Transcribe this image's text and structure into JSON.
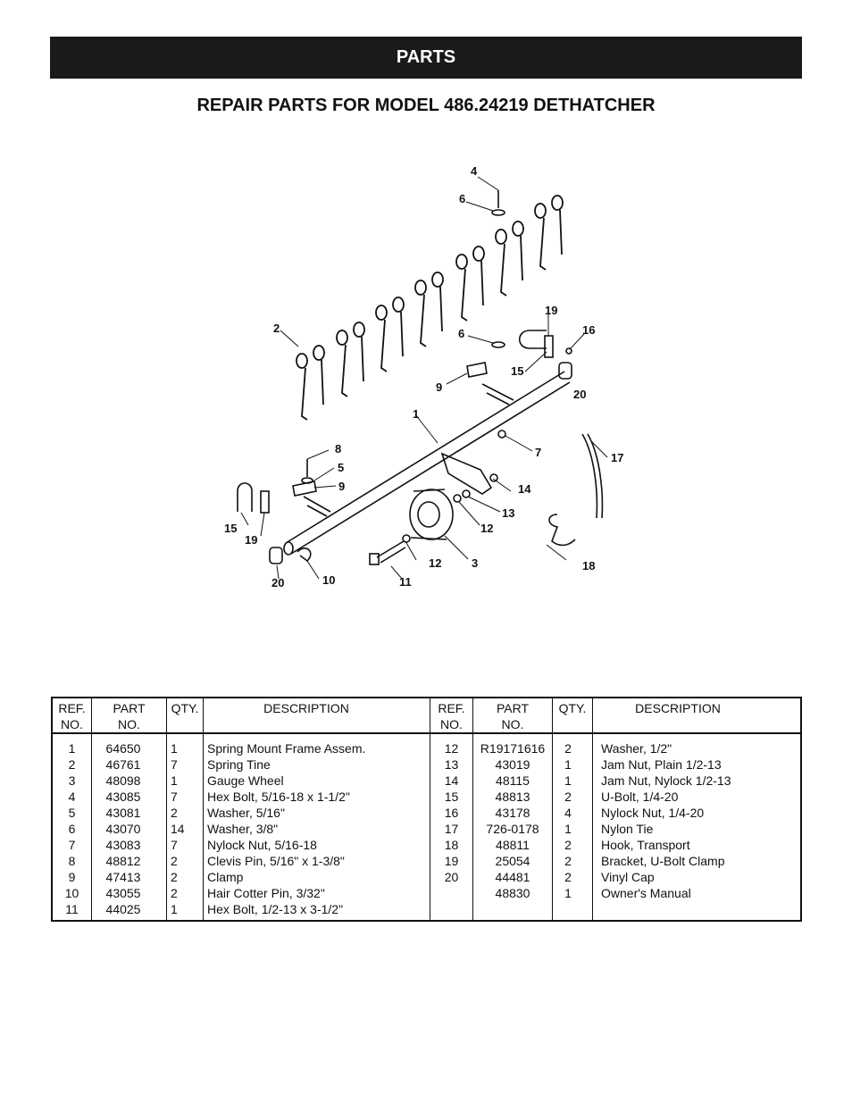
{
  "header": {
    "banner": "PARTS",
    "title": "REPAIR PARTS FOR MODEL 486.24219 DETHATCHER"
  },
  "diagram": {
    "callouts": [
      "4",
      "6",
      "2",
      "19",
      "16",
      "6",
      "15",
      "9",
      "20",
      "1",
      "7",
      "17",
      "8",
      "5",
      "9",
      "14",
      "13",
      "15",
      "19",
      "12",
      "3",
      "12",
      "18",
      "20",
      "10",
      "11"
    ]
  },
  "table": {
    "headers": {
      "ref": "REF.\nNO.",
      "part": "PART\nNO.",
      "qty": "QTY.",
      "desc": "DESCRIPTION"
    },
    "left": [
      {
        "ref": "1",
        "part": "64650",
        "qty": "1",
        "desc": "Spring Mount Frame Assem."
      },
      {
        "ref": "2",
        "part": "46761",
        "qty": "7",
        "desc": "Spring Tine"
      },
      {
        "ref": "3",
        "part": "48098",
        "qty": "1",
        "desc": "Gauge Wheel"
      },
      {
        "ref": "4",
        "part": "43085",
        "qty": "7",
        "desc": "Hex Bolt, 5/16-18 x 1-1/2\""
      },
      {
        "ref": "5",
        "part": "43081",
        "qty": "2",
        "desc": "Washer, 5/16\""
      },
      {
        "ref": "6",
        "part": "43070",
        "qty": "14",
        "desc": "Washer, 3/8\""
      },
      {
        "ref": "7",
        "part": "43083",
        "qty": "7",
        "desc": "Nylock Nut, 5/16-18"
      },
      {
        "ref": "8",
        "part": "48812",
        "qty": "2",
        "desc": "Clevis Pin, 5/16\" x 1-3/8\""
      },
      {
        "ref": "9",
        "part": "47413",
        "qty": "2",
        "desc": "Clamp"
      },
      {
        "ref": "10",
        "part": "43055",
        "qty": "2",
        "desc": "Hair Cotter Pin, 3/32\""
      },
      {
        "ref": "11",
        "part": "44025",
        "qty": "1",
        "desc": "Hex Bolt, 1/2-13 x 3-1/2\""
      }
    ],
    "right": [
      {
        "ref": "12",
        "part": "R19171616",
        "qty": "2",
        "desc": "Washer, 1/2\""
      },
      {
        "ref": "13",
        "part": "43019",
        "qty": "1",
        "desc": "Jam Nut, Plain 1/2-13"
      },
      {
        "ref": "14",
        "part": "48115",
        "qty": "1",
        "desc": "Jam Nut, Nylock 1/2-13"
      },
      {
        "ref": "15",
        "part": "48813",
        "qty": "2",
        "desc": "U-Bolt, 1/4-20"
      },
      {
        "ref": "16",
        "part": "43178",
        "qty": "4",
        "desc": "Nylock Nut, 1/4-20"
      },
      {
        "ref": "17",
        "part": "726-0178",
        "qty": "1",
        "desc": "Nylon Tie"
      },
      {
        "ref": "18",
        "part": "48811",
        "qty": "2",
        "desc": "Hook, Transport"
      },
      {
        "ref": "19",
        "part": "25054",
        "qty": "2",
        "desc": "Bracket, U-Bolt Clamp"
      },
      {
        "ref": "20",
        "part": "44481",
        "qty": "2",
        "desc": "Vinyl Cap"
      },
      {
        "ref": "",
        "part": "48830",
        "qty": "1",
        "desc": "Owner's Manual"
      }
    ]
  }
}
